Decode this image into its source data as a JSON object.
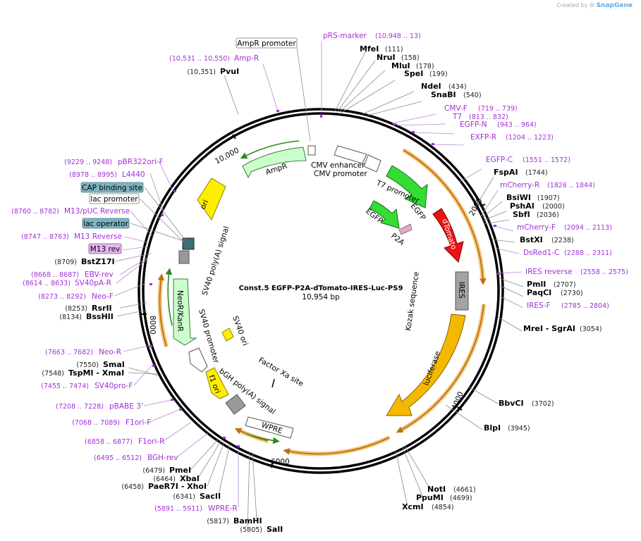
{
  "watermark": {
    "prefix": "Created by",
    "brand": "SnapGene"
  },
  "plasmid": {
    "name": "Const.5 EGFP-P2A-dTomato-IRES-Luc-PS9",
    "size": "10,954 bp"
  },
  "ticks": [
    "2000",
    "4000",
    "6000",
    "8000",
    "10,000"
  ],
  "enzymes": [
    {
      "name": "MfeI",
      "pos": "(111)"
    },
    {
      "name": "NruI",
      "pos": "(158)"
    },
    {
      "name": "MluI",
      "pos": "(178)"
    },
    {
      "name": "SpeI",
      "pos": "(199)"
    },
    {
      "name": "NdeI",
      "pos": "(434)"
    },
    {
      "name": "SnaBI",
      "pos": "(540)"
    },
    {
      "name": "FspAI",
      "pos": "(1744)"
    },
    {
      "name": "BsiWI",
      "pos": "(1907)"
    },
    {
      "name": "PshAI",
      "pos": "(2000)"
    },
    {
      "name": "SbfI",
      "pos": "(2036)"
    },
    {
      "name": "BstXI",
      "pos": "(2238)"
    },
    {
      "name": "PmlI",
      "pos": "(2707)"
    },
    {
      "name": "PaqCI",
      "pos": "(2730)"
    },
    {
      "name": "MreI - SgrAI",
      "pos": "(3054)"
    },
    {
      "name": "BbvCI",
      "pos": "(3702)"
    },
    {
      "name": "BlpI",
      "pos": "(3945)"
    },
    {
      "name": "NotI",
      "pos": "(4661)"
    },
    {
      "name": "PpuMI",
      "pos": "(4699)"
    },
    {
      "name": "XcmI",
      "pos": "(4854)"
    },
    {
      "name": "SalI",
      "pos": "(5805)"
    },
    {
      "name": "BamHI",
      "pos": "(5817)"
    },
    {
      "name": "SacII",
      "pos": "(6341)"
    },
    {
      "name": "PaeR7I - XhoI",
      "pos": "(6458)"
    },
    {
      "name": "XbaI",
      "pos": "(6464)"
    },
    {
      "name": "PmeI",
      "pos": "(6479)"
    },
    {
      "name": "TspMI - XmaI",
      "pos": "(7548)"
    },
    {
      "name": "SmaI",
      "pos": "(7550)"
    },
    {
      "name": "BssHII",
      "pos": "(8134)"
    },
    {
      "name": "RsrII",
      "pos": "(8253)"
    },
    {
      "name": "BstZ17I",
      "pos": "(8709)"
    },
    {
      "name": "PvuI",
      "pos": "(10,351)"
    }
  ],
  "primers": [
    {
      "name": "pRS-marker",
      "pos": "(10,948 .. 13)"
    },
    {
      "name": "CMV-F",
      "pos": "(719 .. 739)"
    },
    {
      "name": "T7",
      "pos": "(813 .. 832)"
    },
    {
      "name": "EGFP-N",
      "pos": "(943 .. 964)"
    },
    {
      "name": "EXFP-R",
      "pos": "(1204 .. 1223)"
    },
    {
      "name": "EGFP-C",
      "pos": "(1551 .. 1572)"
    },
    {
      "name": "mCherry-R",
      "pos": "(1826 .. 1844)"
    },
    {
      "name": "mCherry-F",
      "pos": "(2094 .. 2113)"
    },
    {
      "name": "DsRed1-C",
      "pos": "(2288 .. 2311)"
    },
    {
      "name": "IRES reverse",
      "pos": "(2558 .. 2575)"
    },
    {
      "name": "IRES-F",
      "pos": "(2785 .. 2804)"
    },
    {
      "name": "WPRE-R",
      "pos": "(5891 .. 5911)"
    },
    {
      "name": "BGH-rev",
      "pos": "(6495 .. 6512)"
    },
    {
      "name": "F1ori-R",
      "pos": "(6858 .. 6877)"
    },
    {
      "name": "F1ori-F",
      "pos": "(7068 .. 7089)"
    },
    {
      "name": "pBABE 3'",
      "pos": "(7208 .. 7228)"
    },
    {
      "name": "SV40pro-F",
      "pos": "(7455 .. 7474)"
    },
    {
      "name": "Neo-R",
      "pos": "(7663 .. 7682)"
    },
    {
      "name": "Neo-F",
      "pos": "(8273 .. 8292)"
    },
    {
      "name": "SV40pA-R",
      "pos": "(8614 .. 8633)"
    },
    {
      "name": "EBV-rev",
      "pos": "(8668 .. 8687)"
    },
    {
      "name": "M13 Reverse",
      "pos": "(8747 .. 8763)"
    },
    {
      "name": "M13/pUC Reverse",
      "pos": "(8760 .. 8782)"
    },
    {
      "name": "L4440",
      "pos": "(8978 .. 8995)"
    },
    {
      "name": "pBR322ori-F",
      "pos": "(9229 .. 9248)"
    },
    {
      "name": "Amp-R",
      "pos": "(10,531 .. 10,550)"
    }
  ],
  "boxed_labels": [
    "AmpR promoter",
    "CAP binding site",
    "lac promoter",
    "lac operator",
    "M13 rev"
  ],
  "features": [
    "CMV enhancer",
    "CMV promoter",
    "T7 promoter",
    "EGFP",
    "EGFP",
    "P2A",
    "dTomato",
    "IRES",
    "Kozak sequence",
    "luciferase",
    "WPRE",
    "bGH poly(A) signal",
    "Factor Xa site",
    "f1 ori",
    "SV40 ori",
    "SV40 promoter",
    "NeoR/KanR",
    "SV40 poly(A) signal",
    "ori",
    "AmpR"
  ],
  "colors": {
    "egfp": "#33dd33",
    "dtomato": "#ee1111",
    "luciferase": "#f5b800",
    "ori": "#ffee00",
    "ampr": "#ccffcc",
    "ires": "#999999",
    "primer": "#a230d6",
    "orf_arrow": "#f0a030",
    "lac_operator": "#7fb4c2",
    "cap": "#7fb4c2",
    "m13rev": "#e4b8f0"
  }
}
